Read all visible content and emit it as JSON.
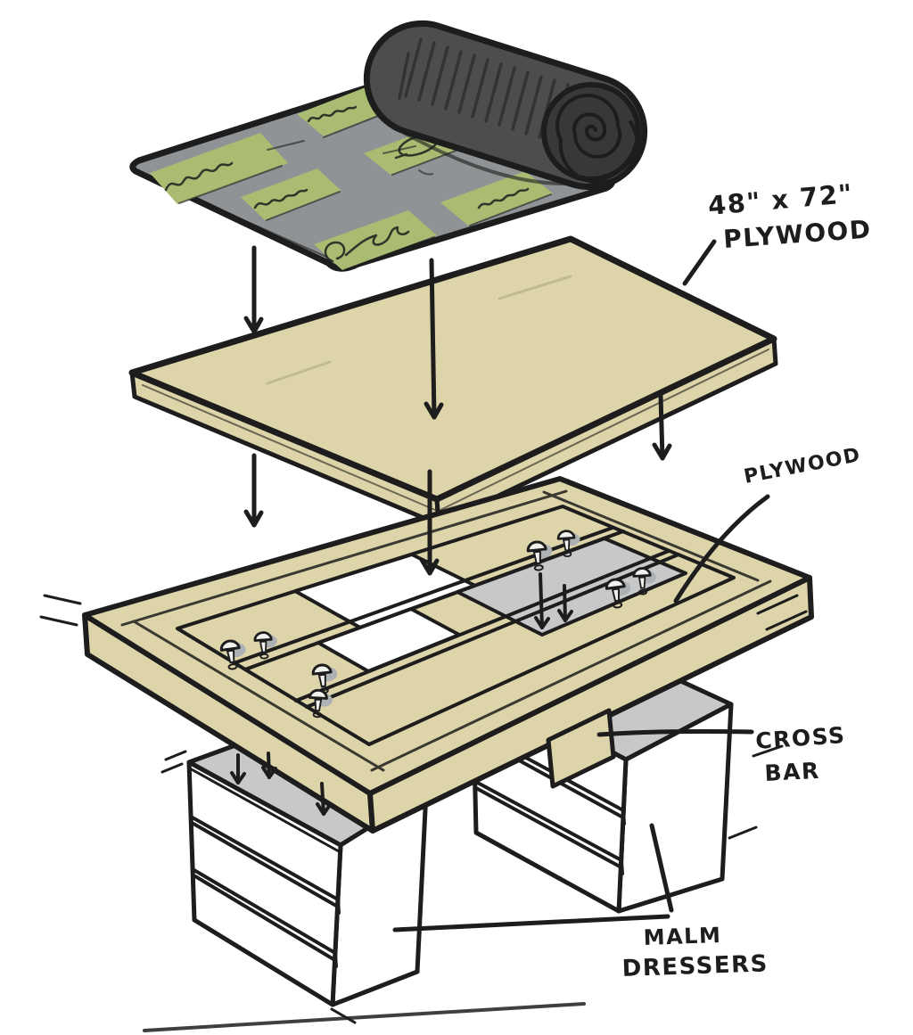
{
  "diagram": {
    "type": "exploded-assembly-sketch",
    "subject": "DIY game table built from plywood layers on MALM dressers",
    "labels": {
      "plywood_sheet_size": "48\" x 72\"",
      "plywood_sheet": "PLYWOOD",
      "plywood_frame": "PLYWOOD",
      "cross_bar_line1": "CROSS",
      "cross_bar_line2": "BAR",
      "dressers_line1": "MALM",
      "dressers_line2": "DRESSERS"
    },
    "colors": {
      "ink": "#1d1d1d",
      "paper": "#ffffff",
      "plywood": "#ddd5a9",
      "mat_gray": "#909395",
      "mat_green": "#a9bc72",
      "roll_body": "#4c4d4f",
      "roll_dark": "#37383a",
      "dresser_top": "#c7c8c9",
      "dresser_front": "#ffffff",
      "screw_shadow": "#aeb1b4",
      "screw_face": "#f1f1ee"
    }
  }
}
